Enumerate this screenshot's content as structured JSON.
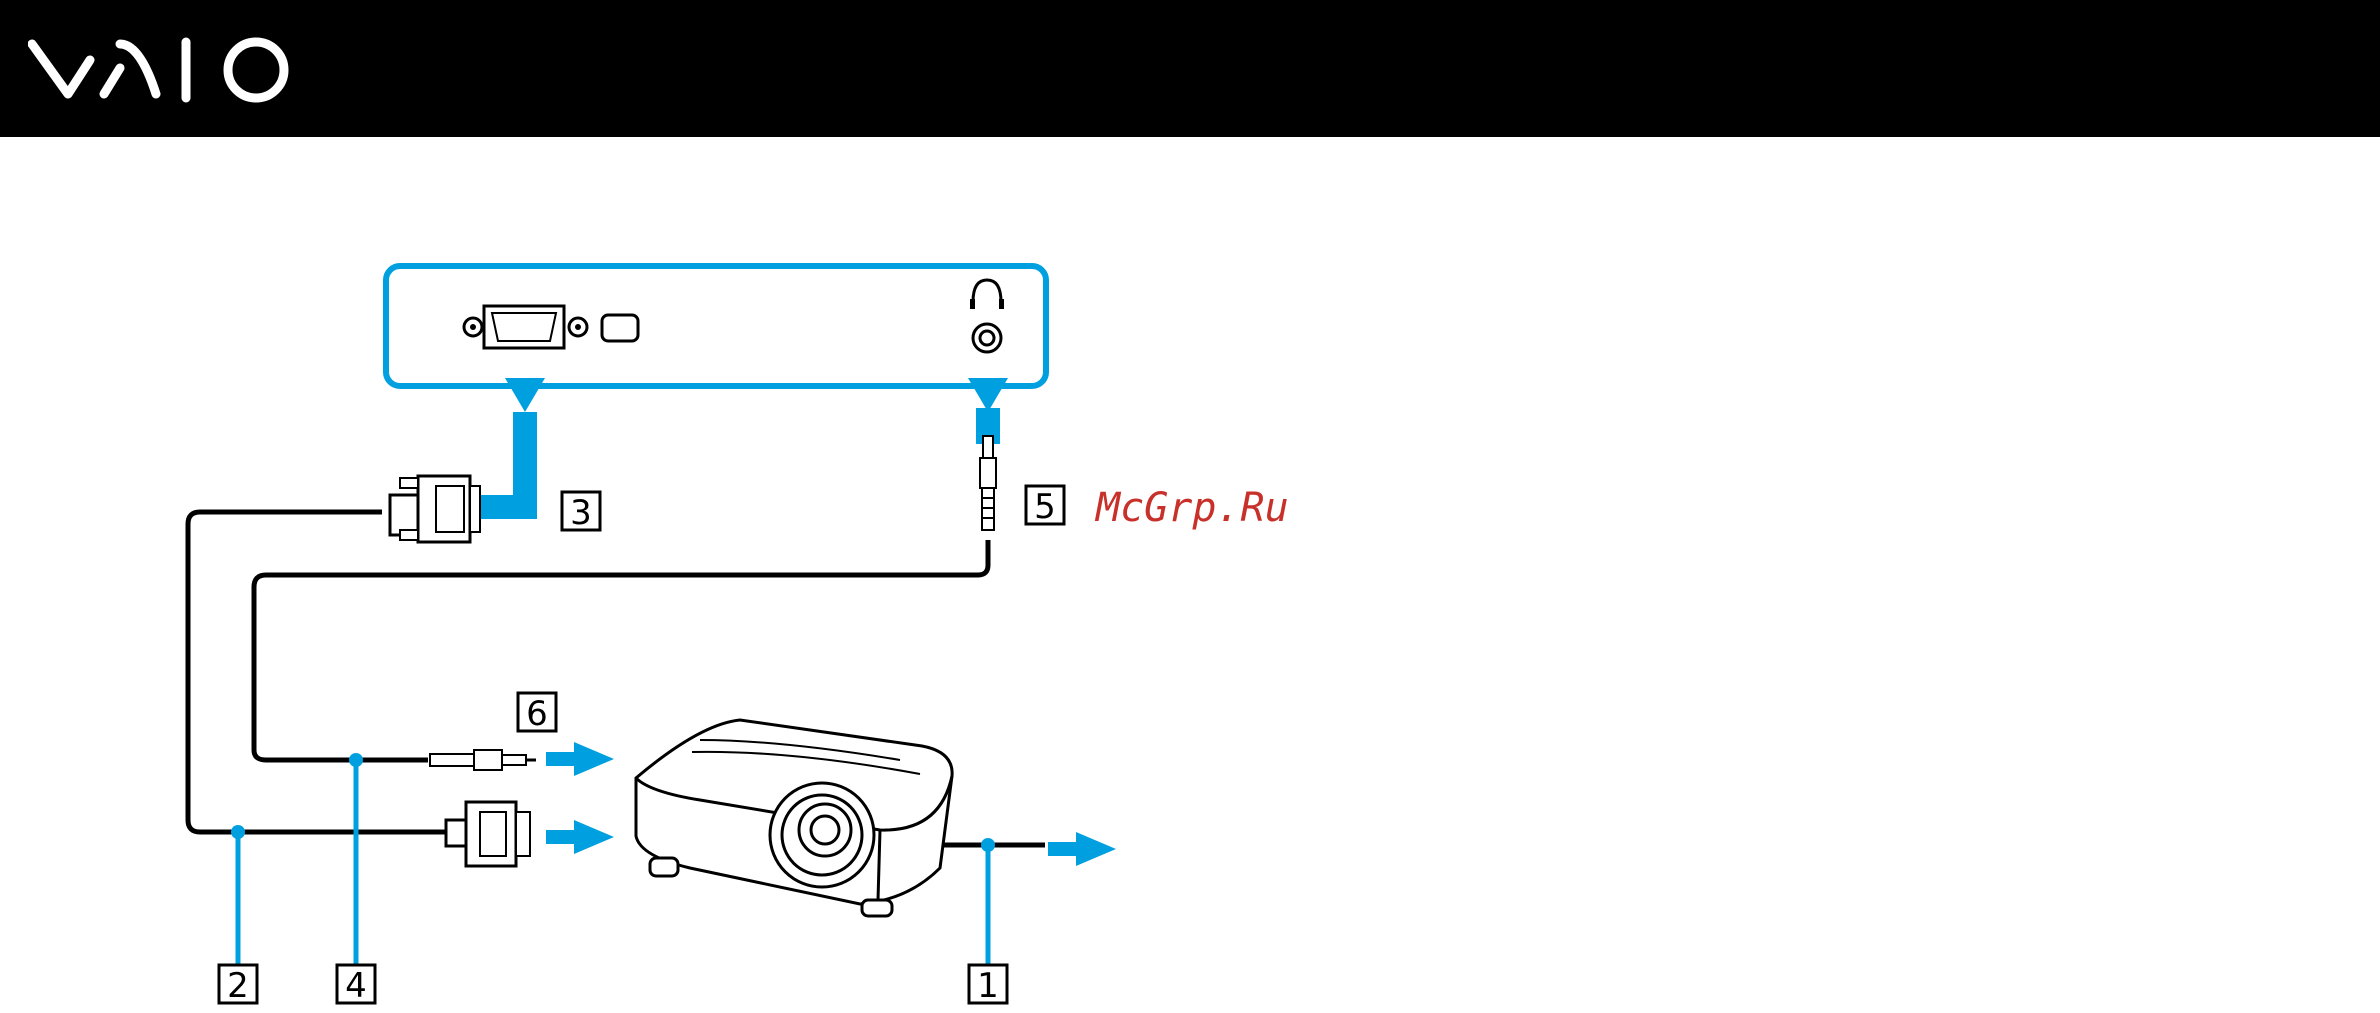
{
  "header": {
    "brand": "VAIO"
  },
  "watermark": {
    "text": "McGrp.Ru"
  },
  "colors": {
    "accent": "#00a0e0",
    "header_bg": "#000000",
    "watermark": "#c8302a"
  },
  "callouts": [
    {
      "id": "c1",
      "label": "1"
    },
    {
      "id": "c2",
      "label": "2"
    },
    {
      "id": "c3",
      "label": "3"
    },
    {
      "id": "c4",
      "label": "4"
    },
    {
      "id": "c5",
      "label": "5"
    },
    {
      "id": "c6",
      "label": "6"
    }
  ]
}
